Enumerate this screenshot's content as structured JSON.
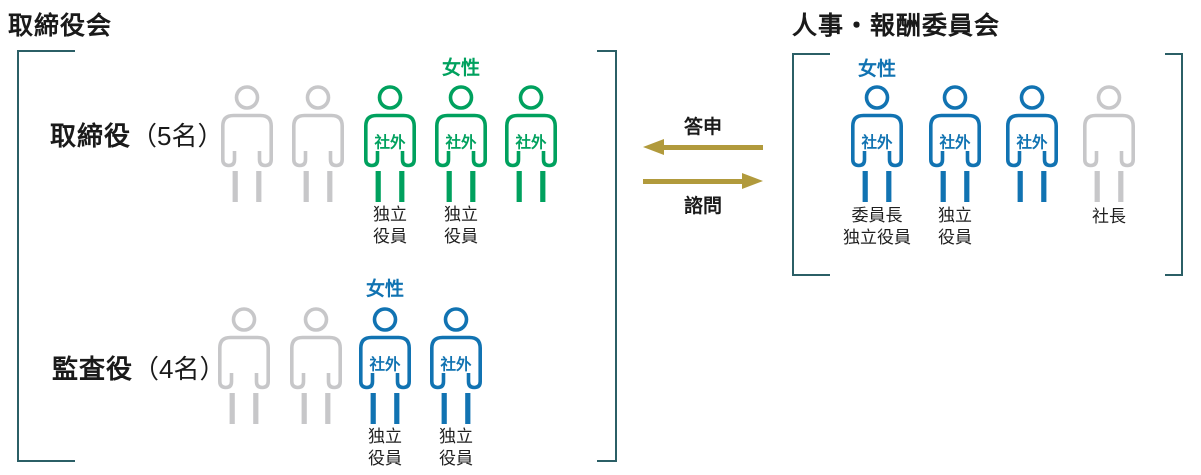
{
  "left_panel": {
    "title": "取締役会",
    "rows": [
      {
        "label_bold": "取締役",
        "label_count": "（5名）",
        "female_label": "女性",
        "members": [
          {
            "variant": "gray"
          },
          {
            "variant": "gray"
          },
          {
            "variant": "green",
            "badge": "社外",
            "sub_line1": "独立",
            "sub_line2": "役員"
          },
          {
            "variant": "green",
            "badge": "社外",
            "sub_line1": "独立",
            "sub_line2": "役員"
          },
          {
            "variant": "green",
            "badge": "社外"
          }
        ]
      },
      {
        "label_bold": "監査役",
        "label_count": "（4名）",
        "female_label": "女性",
        "members": [
          {
            "variant": "gray"
          },
          {
            "variant": "gray"
          },
          {
            "variant": "blue",
            "badge": "社外",
            "sub_line1": "独立",
            "sub_line2": "役員"
          },
          {
            "variant": "blue",
            "badge": "社外",
            "sub_line1": "独立",
            "sub_line2": "役員"
          }
        ]
      }
    ]
  },
  "right_panel": {
    "title": "人事・報酬委員会",
    "female_label": "女性",
    "members": [
      {
        "variant": "blue",
        "badge": "社外",
        "sub_line1": "委員長",
        "sub_line2": "独立役員"
      },
      {
        "variant": "blue",
        "badge": "社外",
        "sub_line1": "独立",
        "sub_line2": "役員"
      },
      {
        "variant": "blue",
        "badge": "社外"
      },
      {
        "variant": "gray",
        "sub_line1": "社長"
      }
    ]
  },
  "arrows": {
    "to_board_label": "答申",
    "to_committee_label": "諮問"
  },
  "colors": {
    "green": "#00A15E",
    "blue": "#1173B2",
    "gray": "#C7C7C9",
    "bracket": "#2B5F66",
    "arrow": "#B19A3C",
    "text": "#1A1A1A"
  }
}
